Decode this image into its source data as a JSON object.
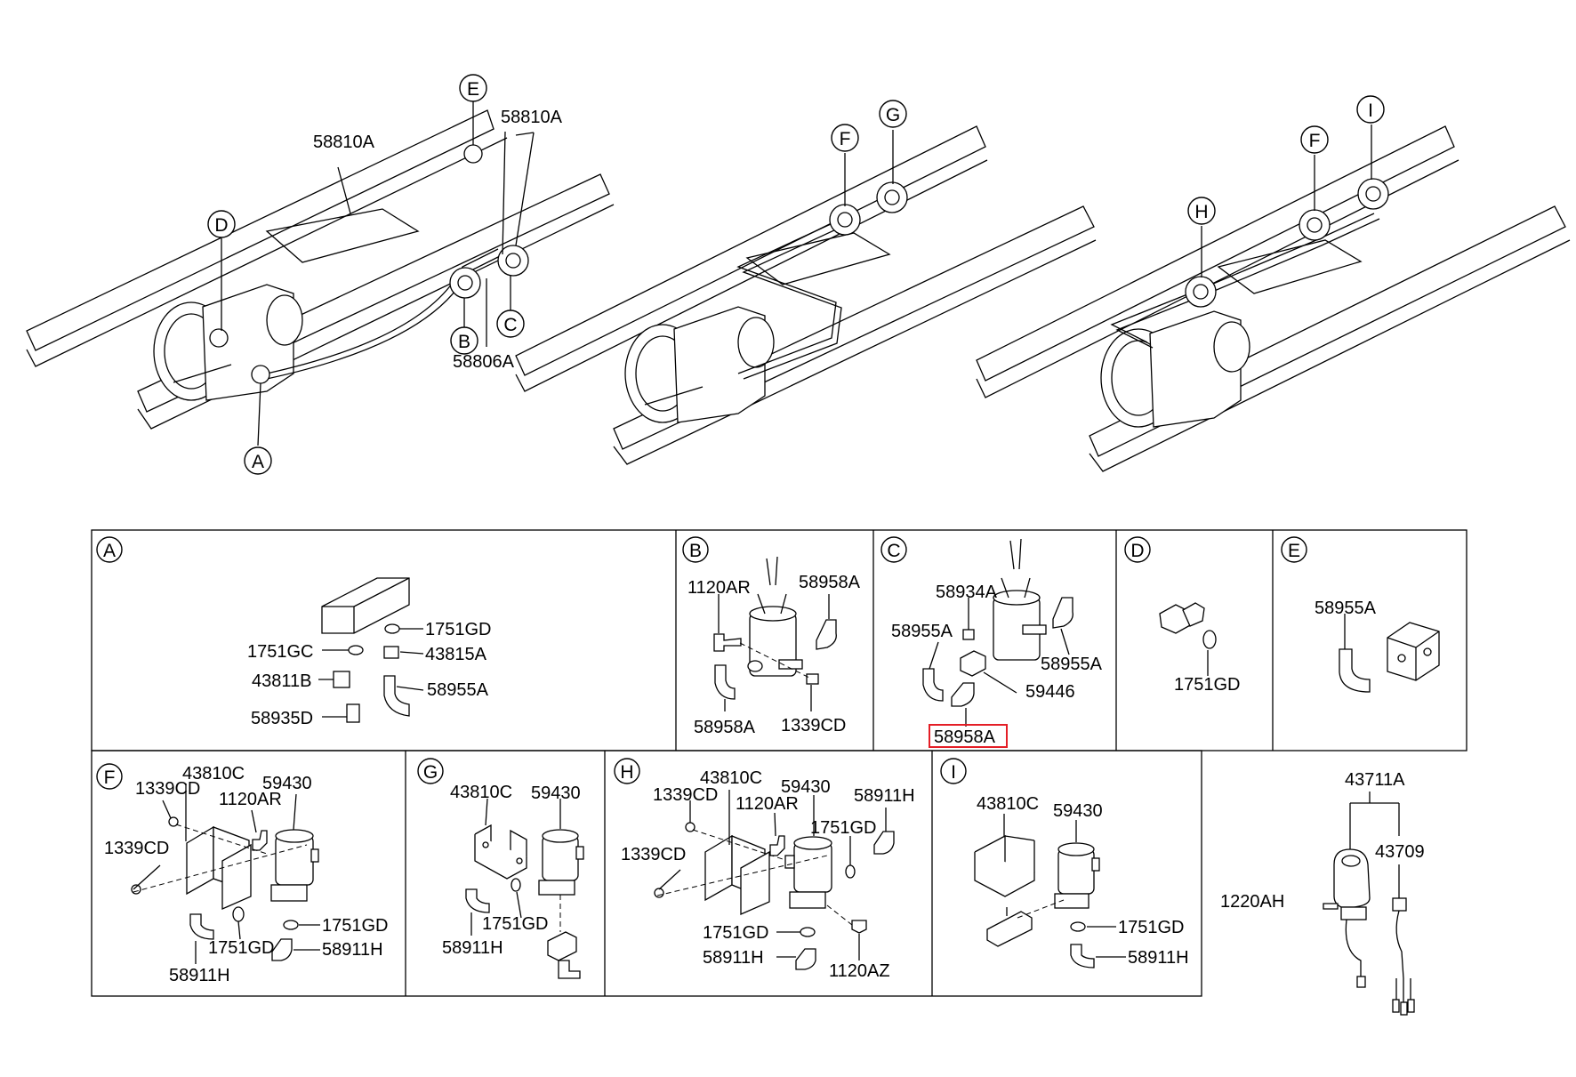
{
  "views": {
    "v1": {
      "callouts": [
        "E",
        "D",
        "C",
        "B",
        "A"
      ],
      "labels": [
        "58810A",
        "58810A",
        "58806A"
      ]
    },
    "v2": {
      "callouts": [
        "F",
        "G"
      ]
    },
    "v3": {
      "callouts": [
        "I",
        "F",
        "H"
      ]
    }
  },
  "panels": {
    "A": {
      "letter": "A",
      "labels": [
        "1751GD",
        "1751GC",
        "43815A",
        "43811B",
        "58955A",
        "58935D"
      ]
    },
    "B": {
      "letter": "B",
      "labels": [
        "1120AR",
        "58958A",
        "58958A",
        "1339CD"
      ]
    },
    "C": {
      "letter": "C",
      "labels": [
        "58934A",
        "58955A",
        "58955A",
        "59446",
        "58958A"
      ],
      "highlighted": "58958A",
      "highlight_color": "#e41e26"
    },
    "D": {
      "letter": "D",
      "labels": [
        "1751GD"
      ]
    },
    "E": {
      "letter": "E",
      "labels": [
        "58955A"
      ]
    },
    "F": {
      "letter": "F",
      "labels": [
        "43810C",
        "1339CD",
        "59430",
        "1120AR",
        "1339CD",
        "1751GD",
        "1751GD",
        "58911H",
        "58911H"
      ]
    },
    "G": {
      "letter": "G",
      "labels": [
        "43810C",
        "59430",
        "1751GD",
        "58911H"
      ]
    },
    "H": {
      "letter": "H",
      "labels": [
        "43810C",
        "1339CD",
        "59430",
        "1120AR",
        "58911H",
        "1751GD",
        "1339CD",
        "1751GD",
        "58911H",
        "1120AZ"
      ]
    },
    "I": {
      "letter": "I",
      "labels": [
        "43810C",
        "59430",
        "1751GD",
        "58911H"
      ]
    },
    "shift": {
      "labels": [
        "43711A",
        "43709",
        "1220AH"
      ]
    }
  }
}
